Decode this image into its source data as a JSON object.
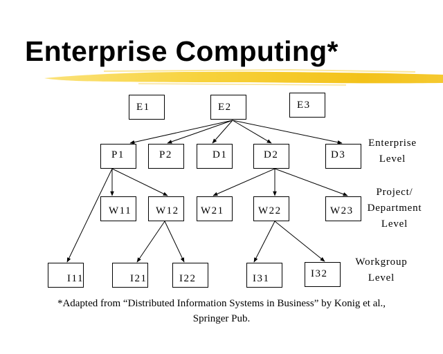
{
  "slide": {
    "title": "Enterprise Computing*",
    "accent_color": "#f5c518"
  },
  "diagram": {
    "nodes": {
      "E1": "E1",
      "E2": "E2",
      "E3": "E3",
      "P1": "P1",
      "P2": "P2",
      "D1": "D1",
      "D2": "D2",
      "D3": "D3",
      "W11": "W11",
      "W12": "W12",
      "W21": "W21",
      "W22": "W22",
      "W23": "W23",
      "I11": "I11",
      "I21": "I21",
      "I22": "I22",
      "I31": "I31",
      "I32": "I32"
    },
    "edges": [
      [
        "E2",
        "P1"
      ],
      [
        "E2",
        "P2"
      ],
      [
        "E2",
        "D1"
      ],
      [
        "E2",
        "D2"
      ],
      [
        "E2",
        "D3"
      ],
      [
        "P1",
        "W11"
      ],
      [
        "P1",
        "W12"
      ],
      [
        "P1",
        "I11"
      ],
      [
        "D2",
        "W21"
      ],
      [
        "D2",
        "W22"
      ],
      [
        "D2",
        "W23"
      ],
      [
        "W12",
        "I21"
      ],
      [
        "W12",
        "I22"
      ],
      [
        "W22",
        "I31"
      ],
      [
        "W22",
        "I32"
      ]
    ],
    "levels": {
      "enterprise": [
        "Enterprise",
        "Level"
      ],
      "project": [
        "Project/",
        "Department",
        "Level"
      ],
      "workgroup": [
        "Workgroup",
        "Level"
      ]
    }
  },
  "footnote": {
    "line1": "*Adapted from  “Distributed Information Systems in Business” by Konig et al.,",
    "line2": "Springer Pub."
  }
}
